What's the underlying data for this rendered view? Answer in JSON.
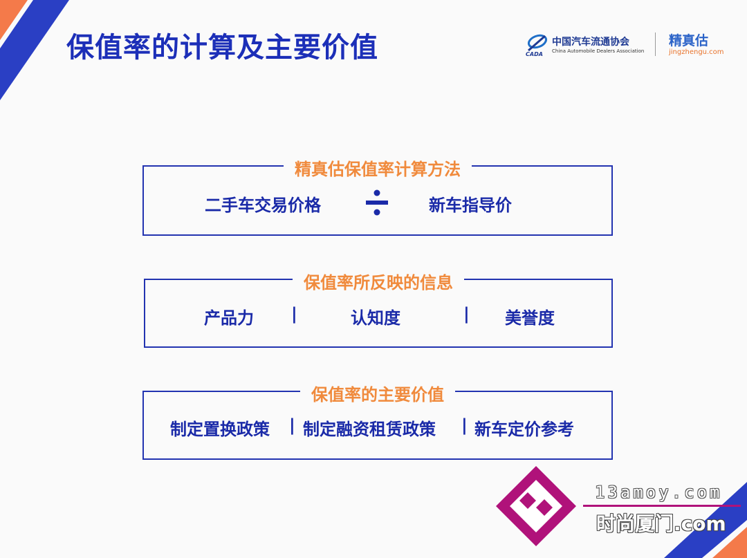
{
  "title": "保值率的计算及主要价值",
  "logos": {
    "caada_cn": "中国汽车流通协会",
    "caada_en": "China Automobile Dealers Association",
    "caada_mark": "CADA",
    "jzg_cn": "精真估",
    "jzg_url": "jingzhengu.com"
  },
  "section1": {
    "label": "精真估保值率计算方法",
    "left": "二手车交易价格",
    "right": "新车指导价"
  },
  "section2": {
    "label": "保值率所反映的信息",
    "item1": "产品力",
    "sep1": "|",
    "item2": "认知度",
    "sep2": "|",
    "item3": "美誉度"
  },
  "section3": {
    "label": "保值率的主要价值",
    "item1": "制定置换政策",
    "sep1": "|",
    "item2": "制定融资租赁政策",
    "sep2": "|",
    "item3": "新车定价参考"
  },
  "watermark": {
    "site": "13amoy.com",
    "name": "时尚厦门.com"
  },
  "colors": {
    "title_blue": "#1c2fb8",
    "box_blue": "#2233b0",
    "label_orange": "#f08a3c",
    "corner_orange": "#f47a4a",
    "watermark_magenta": "#b0127a"
  }
}
